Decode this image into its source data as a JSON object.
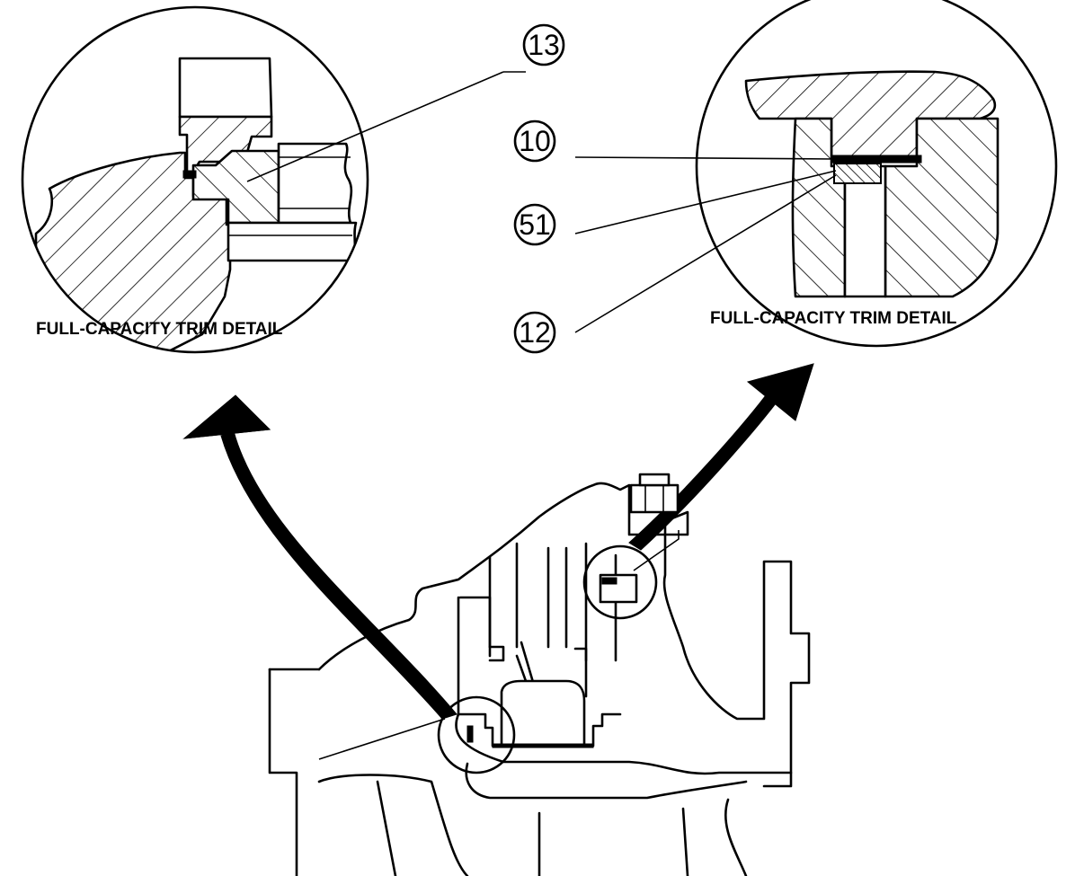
{
  "details": {
    "left_caption": "FULL-CAPACITY TRIM DETAIL",
    "right_caption": "FULL-CAPACITY TRIM DETAIL"
  },
  "callouts": [
    {
      "id": "13"
    },
    {
      "id": "10"
    },
    {
      "id": "51"
    },
    {
      "id": "12"
    }
  ],
  "colors": {
    "line": "#000000",
    "background": "#ffffff"
  }
}
